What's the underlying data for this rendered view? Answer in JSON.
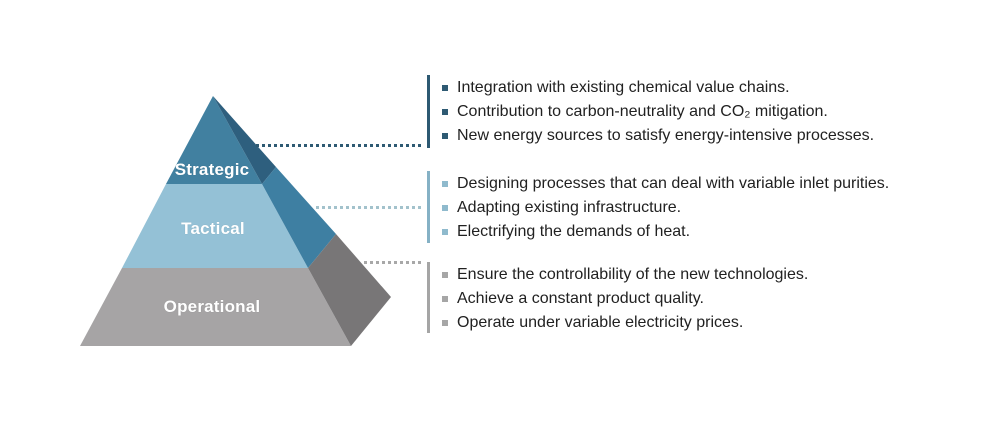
{
  "pyramid": {
    "levels": [
      {
        "label": "Strategic",
        "front_color": "#4180a0",
        "side_color": "#2e5f7e"
      },
      {
        "label": "Tactical",
        "front_color": "#94c1d6",
        "side_color": "#3e7fa2"
      },
      {
        "label": "Operational",
        "front_color": "#a6a4a5",
        "side_color": "#787677"
      }
    ]
  },
  "groups": [
    {
      "level": "Strategic",
      "accent_color": "#2d5972",
      "items": [
        "Integration with existing chemical value chains.",
        "Contribution to carbon-neutrality and CO₂ mitigation.",
        "New energy sources to satisfy energy-intensive processes."
      ]
    },
    {
      "level": "Tactical",
      "accent_color": "#85b1c5",
      "items": [
        "Designing processes that can deal with variable inlet purities.",
        "Adapting existing infrastructure.",
        "Electrifying the demands of heat."
      ]
    },
    {
      "level": "Operational",
      "accent_color": "#a5a5a5",
      "items": [
        "Ensure the controllability of the new technologies.",
        "Achieve a constant product quality.",
        "Operate under variable electricity prices."
      ]
    }
  ],
  "colors": {
    "background": "#ffffff",
    "body_text": "#212121",
    "label_text": "#ffffff",
    "dotted_strategic": "#2e5a73",
    "dotted_tactical": "#a3c2cc",
    "dotted_operational": "#a8a8a8"
  }
}
